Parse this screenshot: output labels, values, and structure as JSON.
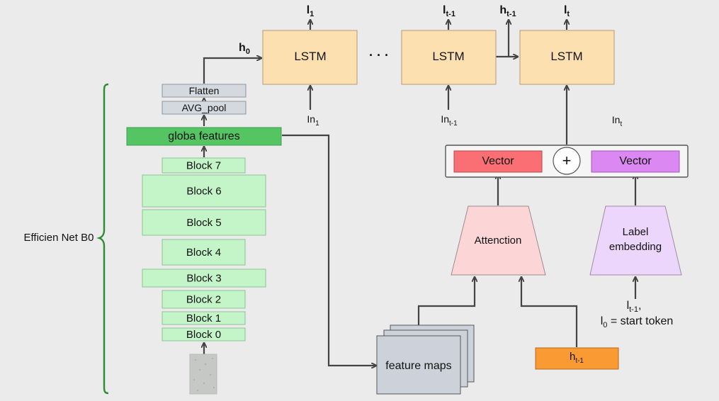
{
  "encoder": {
    "label": "Efficien Net B0",
    "blocks": [
      "Block 0",
      "Block 1",
      "Block 2",
      "Block 3",
      "Block 4",
      "Block 5",
      "Block 6",
      "Block 7"
    ],
    "global_features": "globa features",
    "avg_pool": "AVG_pool",
    "flatten": "Flatten"
  },
  "decoder": {
    "lstm_label": "LSTM",
    "ellipsis": "· · ·",
    "h0": {
      "base": "h",
      "sub": "0"
    },
    "h_prev_top": {
      "base": "h",
      "sub": "t-1"
    },
    "outputs": [
      {
        "base": "l",
        "sub": "1"
      },
      {
        "base": "l",
        "sub": "t-1"
      },
      {
        "base": "l",
        "sub": "t"
      }
    ],
    "inputs": [
      {
        "base": "In",
        "sub": "1"
      },
      {
        "base": "In",
        "sub": "t-1"
      },
      {
        "base": "In",
        "sub": "t"
      }
    ]
  },
  "attention_branch": {
    "vector_left": "Vector",
    "plus": "+",
    "vector_right": "Vector",
    "attention": "Attenction",
    "label_embedding_line1": "Label",
    "label_embedding_line2": "embedding",
    "feature_maps": "feature maps",
    "h_state": {
      "base": "h",
      "sub": "t-1"
    },
    "token_line1": {
      "base": "l",
      "sub": "t-1",
      "suffix": ","
    },
    "token_line2": {
      "base": "l",
      "sub": "0",
      "suffix": " = start token"
    }
  },
  "colors": {
    "background": "#ebebeb",
    "lstm": "#fde0b0",
    "block": "#c4f5c9",
    "global_features": "#55c463",
    "pool": "#d4d8df",
    "feature_maps": "#cdd2da",
    "vector_left": "#f96f73",
    "vector_right": "#dc88f2",
    "attention": "#fcd6d6",
    "label_embedding": "#edd6fb",
    "h_state": "#f99a32",
    "brace": "#2e8b2e"
  }
}
